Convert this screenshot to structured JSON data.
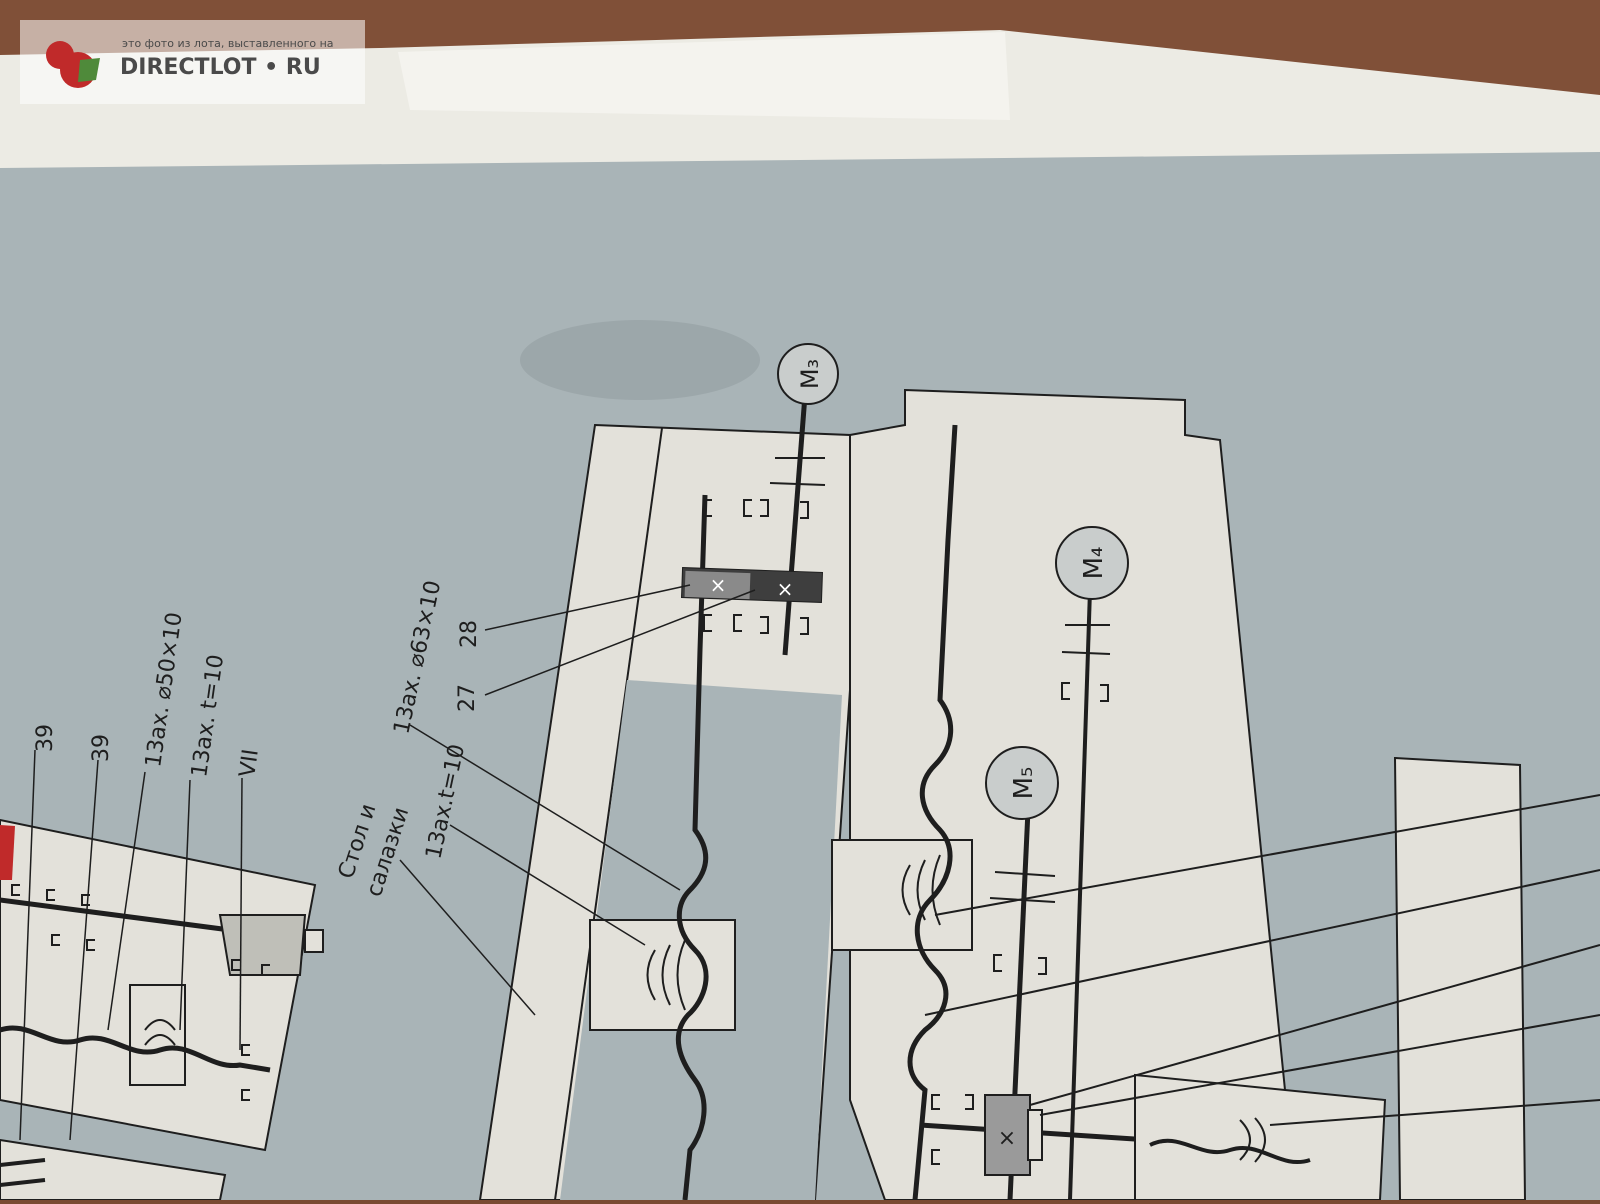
{
  "watermark": {
    "caption": "это фото из лота, выставленного на",
    "site": "DIRECTLOT • RU"
  },
  "colors": {
    "table": "#805038",
    "paper": "#ecebe4",
    "board": "#a9b4b7",
    "part": "#e3e1da",
    "ink": "#1e1e1e",
    "accent_red": "#c02a2a"
  },
  "motors": [
    {
      "id": "m3",
      "label": "M₃"
    },
    {
      "id": "m4",
      "label": "M₄"
    },
    {
      "id": "m5",
      "label": "M₅"
    }
  ],
  "labels": {
    "n39a": "39",
    "n39b": "39",
    "z50": "13ах. ⌀50×10",
    "zt10a": "13ах. t=10",
    "vii": "VII",
    "stol1": "Стол и",
    "stol2": "салазки",
    "zt10b": "13ах.t=10",
    "z63": "13ах. ⌀63×10",
    "n28": "28",
    "n27": "27"
  }
}
